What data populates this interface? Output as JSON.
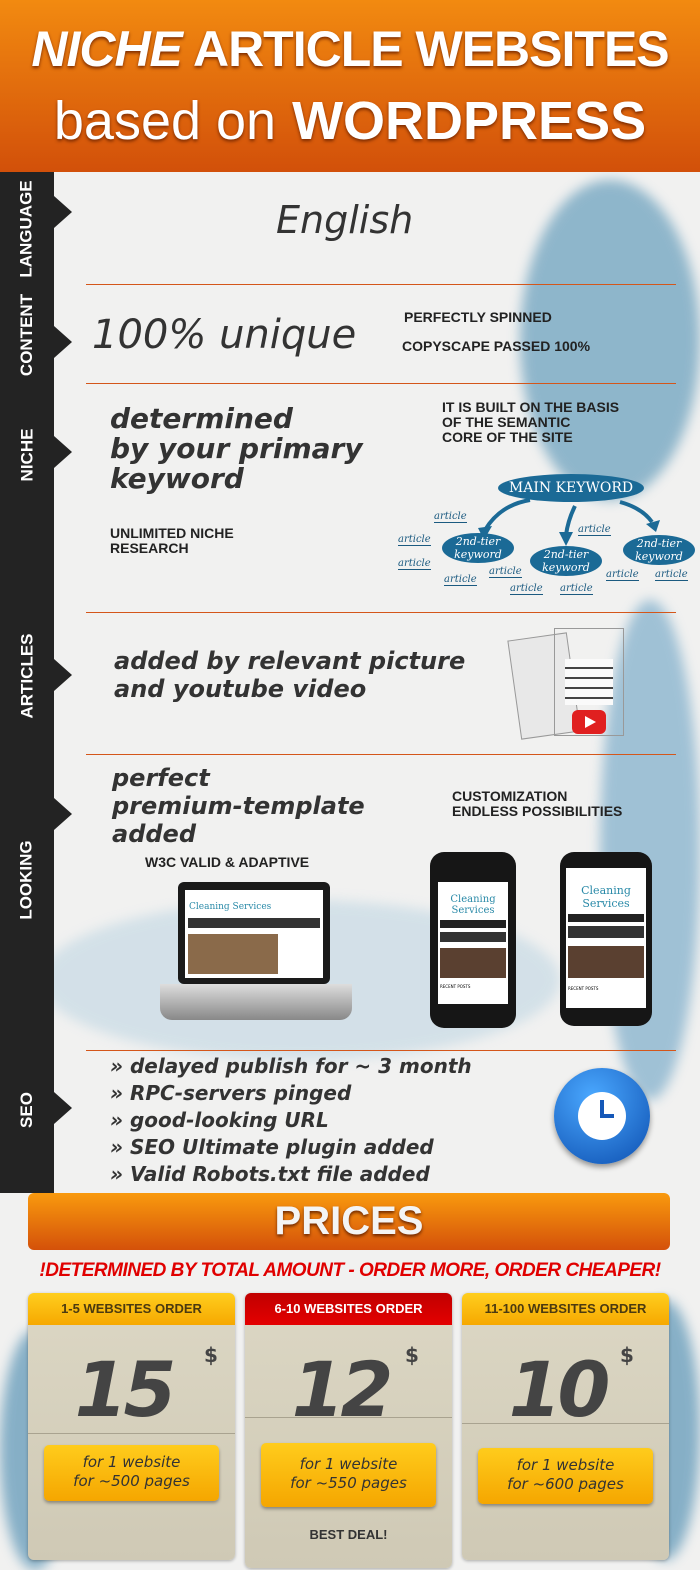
{
  "header": {
    "title_line1_italic": "NICHE",
    "title_line1_rest": "ARTICLE WEBSITES",
    "title_line2_prefix": "based on",
    "title_line2_brand": "WORDPRESS"
  },
  "sections": [
    {
      "label": "LANGUAGE",
      "value": "English"
    },
    {
      "label": "CONTENT",
      "value": "100% unique",
      "notes": [
        "PERFECTLY SPINNED",
        "COPYSCAPE PASSED 100%"
      ]
    },
    {
      "label": "NICHE",
      "value_lines": [
        "determined",
        "by your primary",
        "keyword"
      ],
      "note": "UNLIMITED NICHE RESEARCH",
      "semantic_title_lines": [
        "IT IS BUILT ON THE BASIS",
        "OF THE SEMANTIC",
        "CORE OF THE SITE"
      ],
      "diagram": {
        "main": "MAIN KEYWORD",
        "tier2_line1": "2nd-tier",
        "tier2_line2": "keyword",
        "article": "article"
      }
    },
    {
      "label": "ARTICLES",
      "value_lines": [
        "added by relevant picture",
        "and youtube video"
      ]
    },
    {
      "label": "LOOKING",
      "value_lines": [
        "perfect",
        "premium-template",
        "added"
      ],
      "note": "W3C VALID & ADAPTIVE",
      "custom_lines": [
        "CUSTOMIZATION",
        "ENDLESS POSSIBILITIES"
      ],
      "mockup": {
        "site_title_1": "Cleaning",
        "site_title_2": "Services",
        "laptop_title": "Cleaning Services",
        "recent": "RECENT POSTS"
      }
    },
    {
      "label": "SEO",
      "items": [
        "» delayed publish for ~ 3 month",
        "» RPC-servers pinged",
        "» good-looking URL",
        "» SEO Ultimate plugin added",
        "» Valid Robots.txt file added"
      ]
    }
  ],
  "prices": {
    "title": "PRICES",
    "subtitle": "!DETERMINED BY TOTAL AMOUNT - ORDER MORE, ORDER CHEAPER!",
    "currency": "$",
    "plans": [
      {
        "header": "1-5 WEBSITES ORDER",
        "price": "15",
        "line1": "for 1 website",
        "line2": "for ~500 pages",
        "header_color": "#f8b40a"
      },
      {
        "header": "6-10 WEBSITES ORDER",
        "price": "12",
        "line1": "for 1 website",
        "line2": "for ~550 pages",
        "badge": "BEST DEAL!",
        "header_color": "#d10000"
      },
      {
        "header": "11-100 WEBSITES ORDER",
        "price": "10",
        "line1": "for 1 website",
        "line2": "for ~600 pages",
        "header_color": "#f8b40a"
      }
    ]
  },
  "colors": {
    "accent": "#e0650c",
    "dark": "#232323",
    "keyword_blue": "#1b6a96",
    "alert_red": "#e00000"
  }
}
